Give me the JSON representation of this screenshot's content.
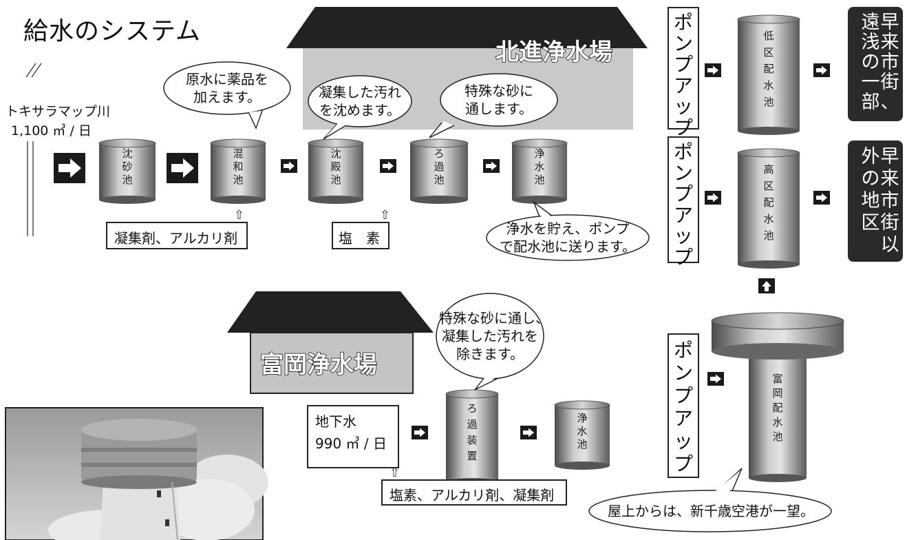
{
  "title": "給水のシステム",
  "river": {
    "name": "トキサラマップ川",
    "amount": "1,100 ㎥ / 日"
  },
  "groundwater": {
    "name": "地下水",
    "amount": "990 ㎥ / 日"
  },
  "plants": {
    "hokushin": "北進浄水場",
    "tomioka": "富岡浄水場"
  },
  "tanks": {
    "chinsa": [
      "沈",
      "砂",
      "池"
    ],
    "konwa": [
      "混",
      "和",
      "池"
    ],
    "chinden": [
      "沈",
      "殿",
      "池"
    ],
    "roka": [
      "ろ",
      "過",
      "池"
    ],
    "jousui": [
      "浄",
      "水",
      "池"
    ],
    "roka_souchi": [
      "ろ",
      "過",
      "装",
      "置"
    ],
    "jousui2": [
      "浄",
      "水",
      "池"
    ],
    "teiku": [
      "低",
      "区",
      "配",
      "水",
      "池"
    ],
    "kouku": [
      "高",
      "区",
      "配",
      "水",
      "池"
    ],
    "tomioka_haisui": [
      "富",
      "岡",
      "配",
      "水",
      "池"
    ]
  },
  "chemicals": {
    "gyoushuu_alkali": "凝集剤、アルカリ剤",
    "enso": "塩　素",
    "tomioka": "塩素、アルカリ剤、凝集剤",
    "up_arrow": "⇧"
  },
  "bubbles": {
    "genzui": [
      "原水に薬品を",
      "加えます。"
    ],
    "gyoushuu": [
      "凝集した汚れ",
      "を沈めます。"
    ],
    "suna": [
      "特殊な砂に",
      "通します。"
    ],
    "jousui": [
      "浄水を貯え、ポンプ",
      "で配水池に送ります。"
    ],
    "tomioka": [
      "特殊な砂に通し、",
      "凝集した汚れを",
      "除きます。"
    ],
    "okujou": "屋上からは、新千歳空港が一望。"
  },
  "pump_up": [
    "ポ",
    "ン",
    "プ",
    "ア",
    "ッ",
    "プ"
  ],
  "destinations": {
    "top": [
      [
        "早",
        "来",
        "市",
        "街",
        "、"
      ],
      [
        "遠",
        "浅",
        "の",
        "一",
        "部"
      ]
    ],
    "bottom": [
      [
        "早",
        "来",
        "市",
        "街",
        "以"
      ],
      [
        "外",
        "の",
        "地",
        "区"
      ]
    ]
  }
}
